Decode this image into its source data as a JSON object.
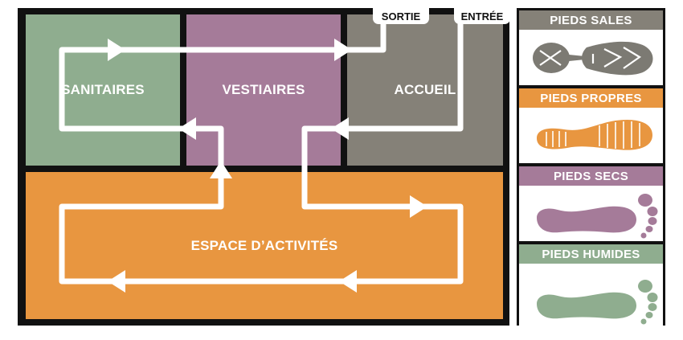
{
  "zones": {
    "sanitaires": "SANITAIRES",
    "vestiaires": "VESTIAIRES",
    "accueil": "ACCUEIL",
    "espace": "ESPACE D’ACTIVITÉS"
  },
  "doors": {
    "sortie": "SORTIE",
    "entree": "ENTRÉE"
  },
  "legend": {
    "pieds_sales": "PIEDS SALES",
    "pieds_propres": "PIEDS PROPRES",
    "pieds_secs": "PIEDS SECS",
    "pieds_humides": "PIEDS HUMIDES"
  },
  "colors": {
    "sanitaires": "#8fad8f",
    "vestiaires": "#a57b99",
    "accueil": "#858178",
    "espace": "#e89640",
    "flow": "#ffffff",
    "border": "#111111"
  },
  "icons": {
    "pieds_sales": "boot-prints-icon",
    "pieds_propres": "shoe-sole-icon",
    "pieds_secs": "bare-foot-icon",
    "pieds_humides": "wet-foot-icon"
  }
}
